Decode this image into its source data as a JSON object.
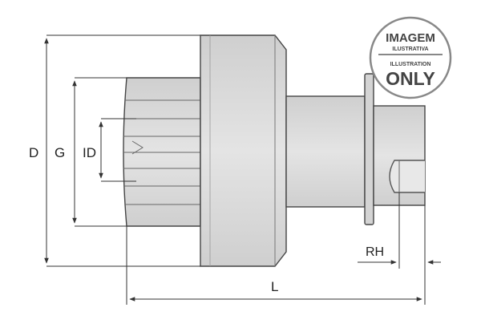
{
  "dimensions": {
    "d": "D",
    "g": "G",
    "id": "ID",
    "l": "L",
    "rh": "RH"
  },
  "stamp": {
    "line1": "IMAGEM",
    "line2": "ILUSTRATIVA",
    "line3": "ILLUSTRATION",
    "line4": "ONLY"
  },
  "colors": {
    "part_fill": "#d9d9d9",
    "part_light": "#ececec",
    "part_stroke": "#444444",
    "dim_line": "#333333"
  }
}
